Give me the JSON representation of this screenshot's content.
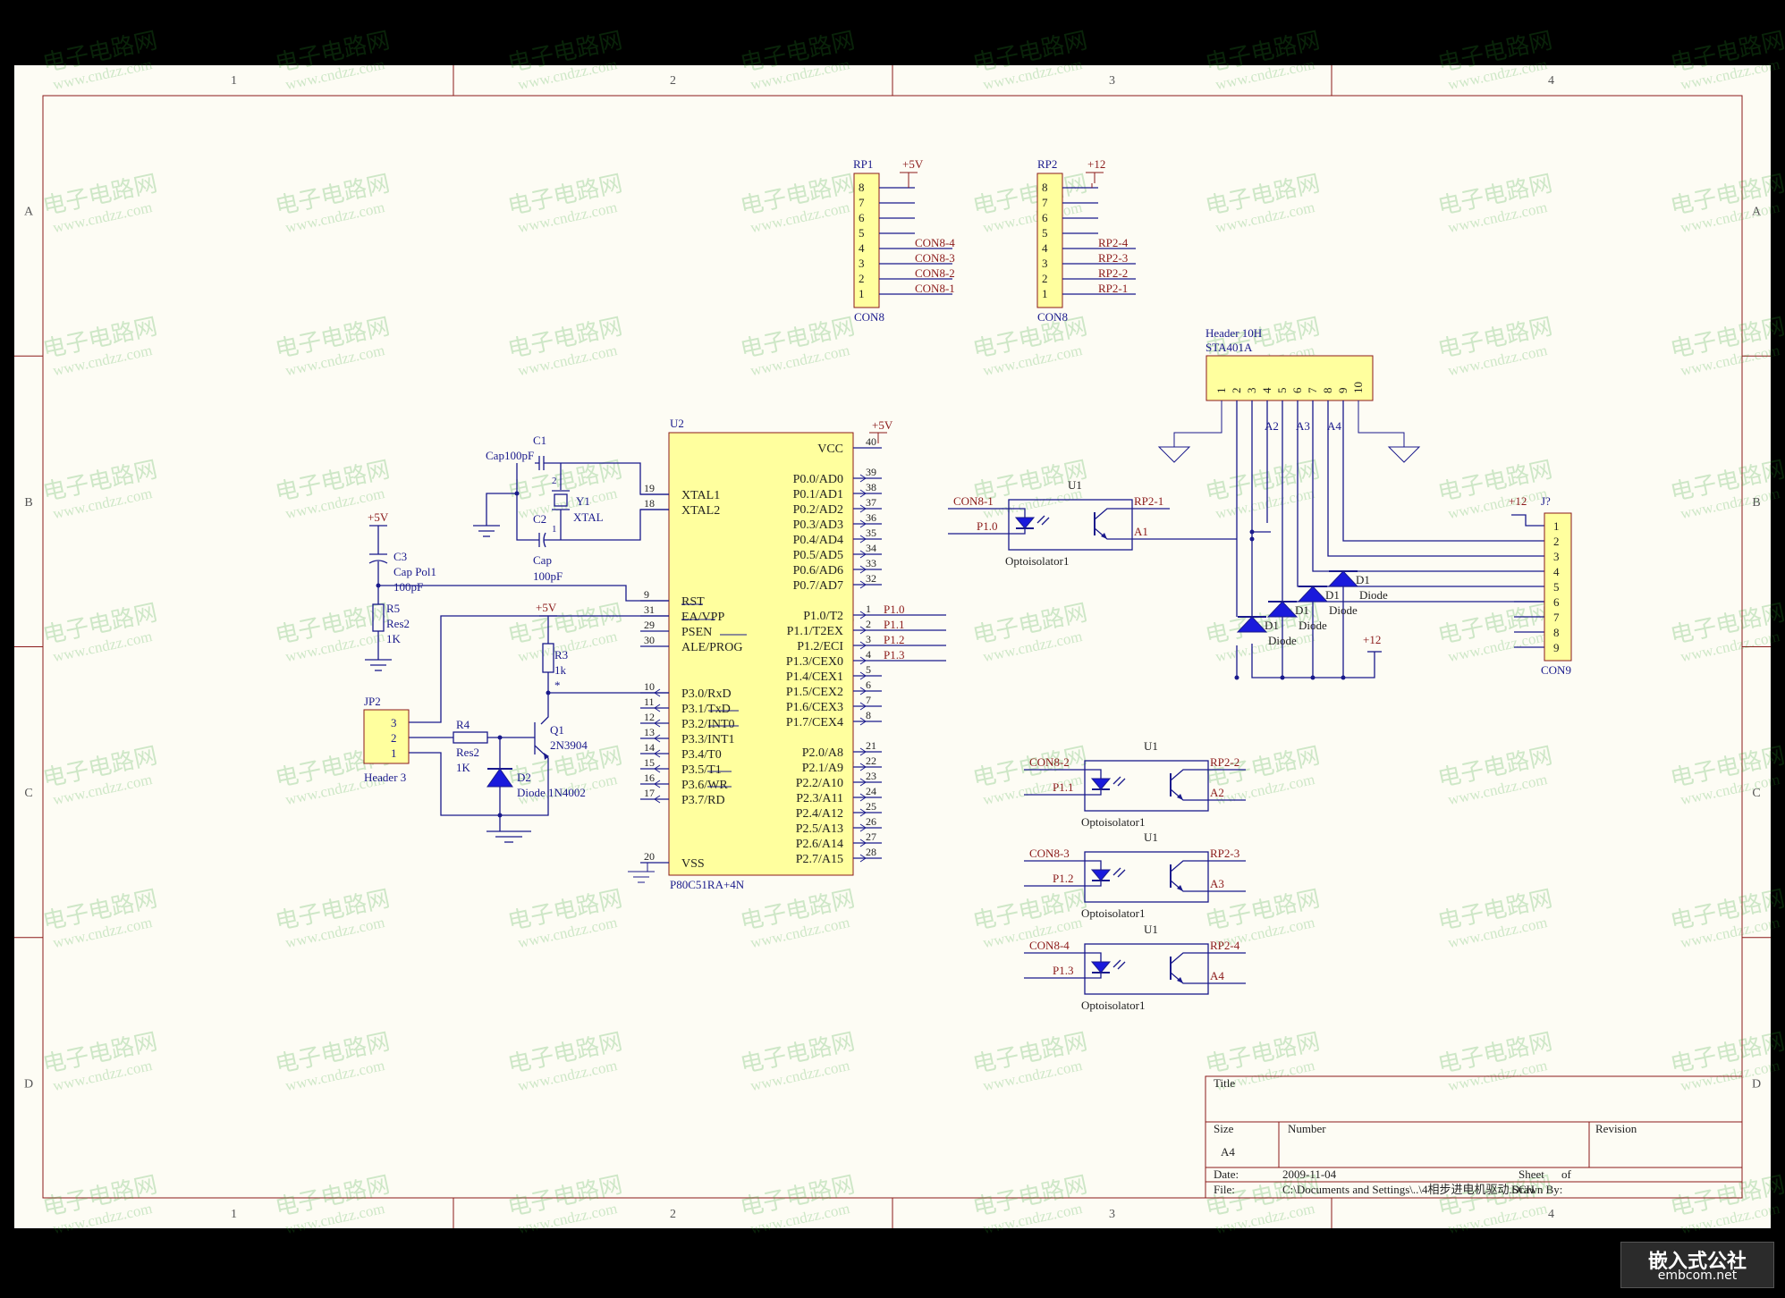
{
  "sheet": {
    "col_labels": [
      "1",
      "2",
      "3",
      "4"
    ],
    "row_labels": [
      "A",
      "B",
      "C",
      "D"
    ]
  },
  "watermark": {
    "cn": "电子电路网",
    "en": "www.cndzz.com"
  },
  "logo": {
    "line1": "嵌入式公社",
    "line2": "embcom.net"
  },
  "colors": {
    "sheet_bg": "#fdfcf4",
    "border": "#8b1a1a",
    "wire": "#1a1a8c",
    "component_fill": "#ffff9e",
    "part": "#1a1a8c",
    "blue_fill": "#1a1adc",
    "text": "#222222",
    "net_label": "#8b1a1a",
    "watermark": "#2aa02a"
  },
  "rp1": {
    "designator": "RP1",
    "type": "CON8",
    "power": "+5V",
    "pins": [
      "8",
      "7",
      "6",
      "5",
      "4",
      "3",
      "2",
      "1"
    ],
    "nets": [
      "",
      "",
      "",
      "",
      "CON8-4",
      "CON8-3",
      "CON8-2",
      "CON8-1"
    ]
  },
  "rp2": {
    "designator": "RP2",
    "type": "CON8",
    "power": "+12",
    "pins": [
      "8",
      "7",
      "6",
      "5",
      "4",
      "3",
      "2",
      "1"
    ],
    "nets": [
      "",
      "",
      "",
      "",
      "RP2-4",
      "RP2-3",
      "RP2-2",
      "RP2-1"
    ]
  },
  "header10": {
    "type": "Header 10H",
    "part": "STA401A",
    "pins": [
      "1",
      "2",
      "3",
      "4",
      "5",
      "6",
      "7",
      "8",
      "9",
      "10"
    ],
    "nets": [
      "A2",
      "A3",
      "A4"
    ]
  },
  "u2": {
    "designator": "U2",
    "part": "P80C51RA+4N",
    "left_pins": [
      {
        "num": "19",
        "name": "XTAL1"
      },
      {
        "num": "18",
        "name": "XTAL2"
      },
      {
        "num": "9",
        "name": "RST"
      },
      {
        "num": "31",
        "name": "EA/VPP"
      },
      {
        "num": "29",
        "name": "PSEN"
      },
      {
        "num": "30",
        "name": "ALE/PROG"
      },
      {
        "num": "10",
        "name": "P3.0/RxD"
      },
      {
        "num": "11",
        "name": "P3.1/TxD"
      },
      {
        "num": "12",
        "name": "P3.2/INT0"
      },
      {
        "num": "13",
        "name": "P3.3/INT1"
      },
      {
        "num": "14",
        "name": "P3.4/T0"
      },
      {
        "num": "15",
        "name": "P3.5/T1"
      },
      {
        "num": "16",
        "name": "P3.6/WR"
      },
      {
        "num": "17",
        "name": "P3.7/RD"
      },
      {
        "num": "20",
        "name": "VSS"
      }
    ],
    "right_pins": [
      {
        "num": "40",
        "name": "VCC"
      },
      {
        "num": "39",
        "name": "P0.0/AD0"
      },
      {
        "num": "38",
        "name": "P0.1/AD1"
      },
      {
        "num": "37",
        "name": "P0.2/AD2"
      },
      {
        "num": "36",
        "name": "P0.3/AD3"
      },
      {
        "num": "35",
        "name": "P0.4/AD4"
      },
      {
        "num": "34",
        "name": "P0.5/AD5"
      },
      {
        "num": "33",
        "name": "P0.6/AD6"
      },
      {
        "num": "32",
        "name": "P0.7/AD7"
      },
      {
        "num": "1",
        "name": "P1.0/T2"
      },
      {
        "num": "2",
        "name": "P1.1/T2EX"
      },
      {
        "num": "3",
        "name": "P1.2/ECI"
      },
      {
        "num": "4",
        "name": "P1.3/CEX0"
      },
      {
        "num": "5",
        "name": "P1.4/CEX1"
      },
      {
        "num": "6",
        "name": "P1.5/CEX2"
      },
      {
        "num": "7",
        "name": "P1.6/CEX3"
      },
      {
        "num": "8",
        "name": "P1.7/CEX4"
      },
      {
        "num": "21",
        "name": "P2.0/A8"
      },
      {
        "num": "22",
        "name": "P2.1/A9"
      },
      {
        "num": "23",
        "name": "P2.2/A10"
      },
      {
        "num": "24",
        "name": "P2.3/A11"
      },
      {
        "num": "25",
        "name": "P2.4/A12"
      },
      {
        "num": "26",
        "name": "P2.5/A13"
      },
      {
        "num": "27",
        "name": "P2.6/A14"
      },
      {
        "num": "28",
        "name": "P2.7/A15"
      }
    ],
    "vcc_net": "+5V",
    "p1_nets": [
      "P1.0",
      "P1.1",
      "P1.2",
      "P1.3"
    ]
  },
  "crystal": {
    "c1": "C1",
    "c1_text": "Cap100pF",
    "c2": "C2",
    "c2_type": "Cap",
    "c2_value": "100pF",
    "y1": "Y1",
    "y1_type": "XTAL",
    "pin1": "1",
    "pin2": "2"
  },
  "reset": {
    "power": "+5V",
    "c3": "C3",
    "c3_type": "Cap Pol1",
    "c3_value": "100pF",
    "r5": "R5",
    "r5_type": "Res2",
    "r5_value": "1K"
  },
  "transistor": {
    "power": "+5V",
    "r3": "R3",
    "r3_value": "1k",
    "r3_mark": "*",
    "q1": "Q1",
    "q1_type": "2N3904",
    "r4": "R4",
    "r4_type": "Res2",
    "r4_value": "1K",
    "d2": "D2",
    "d2_type": "Diode 1N4002"
  },
  "jp2": {
    "designator": "JP2",
    "type": "Header 3",
    "pins": [
      "3",
      "2",
      "1"
    ]
  },
  "opto1": {
    "designator": "U1",
    "type": "Optoisolator1",
    "in_top": "CON8-1",
    "in_bottom": "P1.0",
    "out_top": "RP2-1",
    "out_bottom": "A1"
  },
  "optos": [
    {
      "designator": "U1",
      "type": "Optoisolator1",
      "in_top": "CON8-2",
      "in_bottom": "P1.1",
      "out_top": "RP2-2",
      "out_bottom": "A2"
    },
    {
      "designator": "U1",
      "type": "Optoisolator1",
      "in_top": "CON8-3",
      "in_bottom": "P1.2",
      "out_top": "RP2-3",
      "out_bottom": "A3"
    },
    {
      "designator": "U1",
      "type": "Optoisolator1",
      "in_top": "CON8-4",
      "in_bottom": "P1.3",
      "out_top": "RP2-4",
      "out_bottom": "A4"
    }
  ],
  "diodes": [
    {
      "designator": "D1",
      "type": "Diode"
    },
    {
      "designator": "D1",
      "type": "Diode"
    },
    {
      "designator": "D1",
      "type": "Diode"
    },
    {
      "designator": "D1",
      "type": "Diode"
    }
  ],
  "diode_power": "+12",
  "con9": {
    "designator": "J?",
    "type": "CON9",
    "power": "+12",
    "pins": [
      "1",
      "2",
      "3",
      "4",
      "5",
      "6",
      "7",
      "8",
      "9"
    ]
  },
  "title_block": {
    "title_label": "Title",
    "size_label": "Size",
    "size": "A4",
    "number_label": "Number",
    "revision_label": "Revision",
    "date_label": "Date:",
    "date": "2009-11-04",
    "sheet_label": "Sheet",
    "of_label": "of",
    "file_label": "File:",
    "file": "C:\\Documents and Settings\\..\\4相步进电机驱动.SCH",
    "drawn_label": "Drawn By:"
  }
}
